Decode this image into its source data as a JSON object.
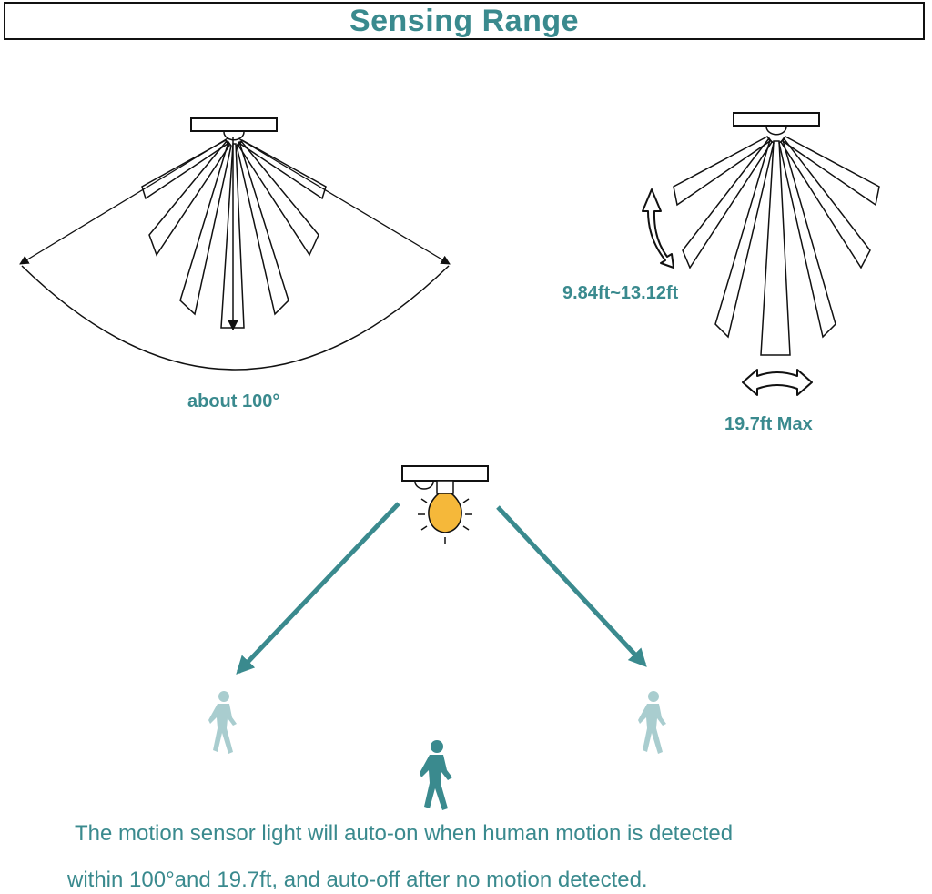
{
  "title": "Sensing Range",
  "labels": {
    "angle": "about 100°",
    "height_range": "9.84ft~13.12ft",
    "distance_max": "19.7ft Max"
  },
  "caption": {
    "line1": "The motion sensor light will auto-on when human motion is detected",
    "line2": "within 100°and 19.7ft, and auto-off after no motion detected."
  },
  "colors": {
    "accent": "#3a8a8e",
    "person_faded": "#a9cdcf",
    "bulb": "#f5b83a",
    "line": "#111111"
  },
  "icons": [
    "sensor-light-icon",
    "light-bulb-icon",
    "person-icon",
    "arrow-icon"
  ]
}
